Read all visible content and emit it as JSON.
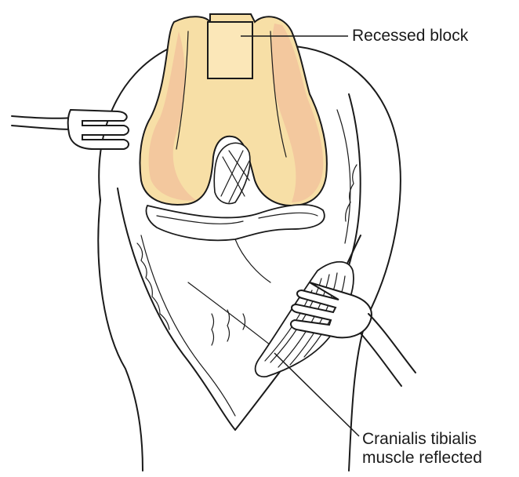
{
  "labels": {
    "recessed_block": "Recessed block",
    "cranialis_line1": "Cranialis tibialis",
    "cranialis_line2": "muscle reflected"
  },
  "colors": {
    "bone": "#f7dfa6",
    "bone_shade": "#f0b597",
    "ink": "#1a1a1a",
    "background": "#ffffff"
  }
}
